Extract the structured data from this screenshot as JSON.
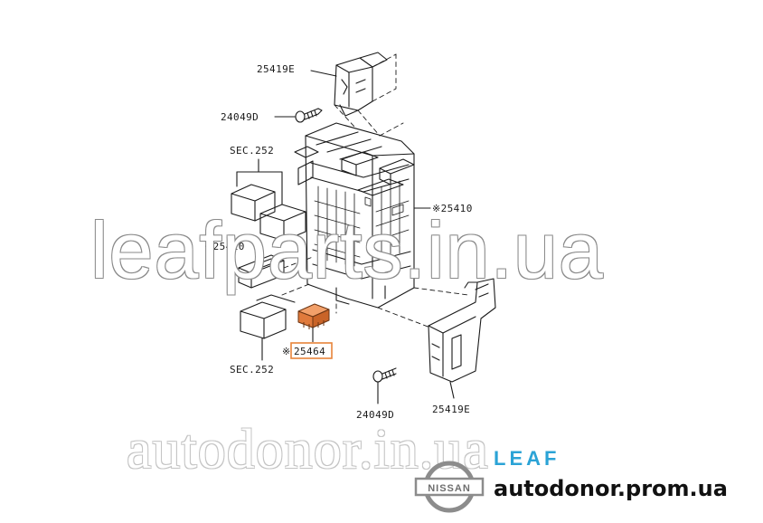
{
  "callouts": {
    "bracket_top": "25419E",
    "bolt_top": "24049D",
    "sec_top": "SEC.252",
    "block_main": "※25410",
    "block_left": "※25410",
    "fuse_part": "25464",
    "fuse_prefix": "※",
    "sec_bottom": "SEC.252",
    "bolt_bottom": "24049D",
    "bracket_bottom": "25419E"
  },
  "highlight_color": "#e8843a",
  "fuse_color": "#e07a3c",
  "watermarks": {
    "top": "leafparts.in.ua",
    "bottom": "autodonor.in.ua"
  },
  "branding": {
    "logo_text": "NISSAN",
    "model": "LEAF",
    "site": "autodonor.prom.ua",
    "model_color": "#2ba3d6"
  }
}
